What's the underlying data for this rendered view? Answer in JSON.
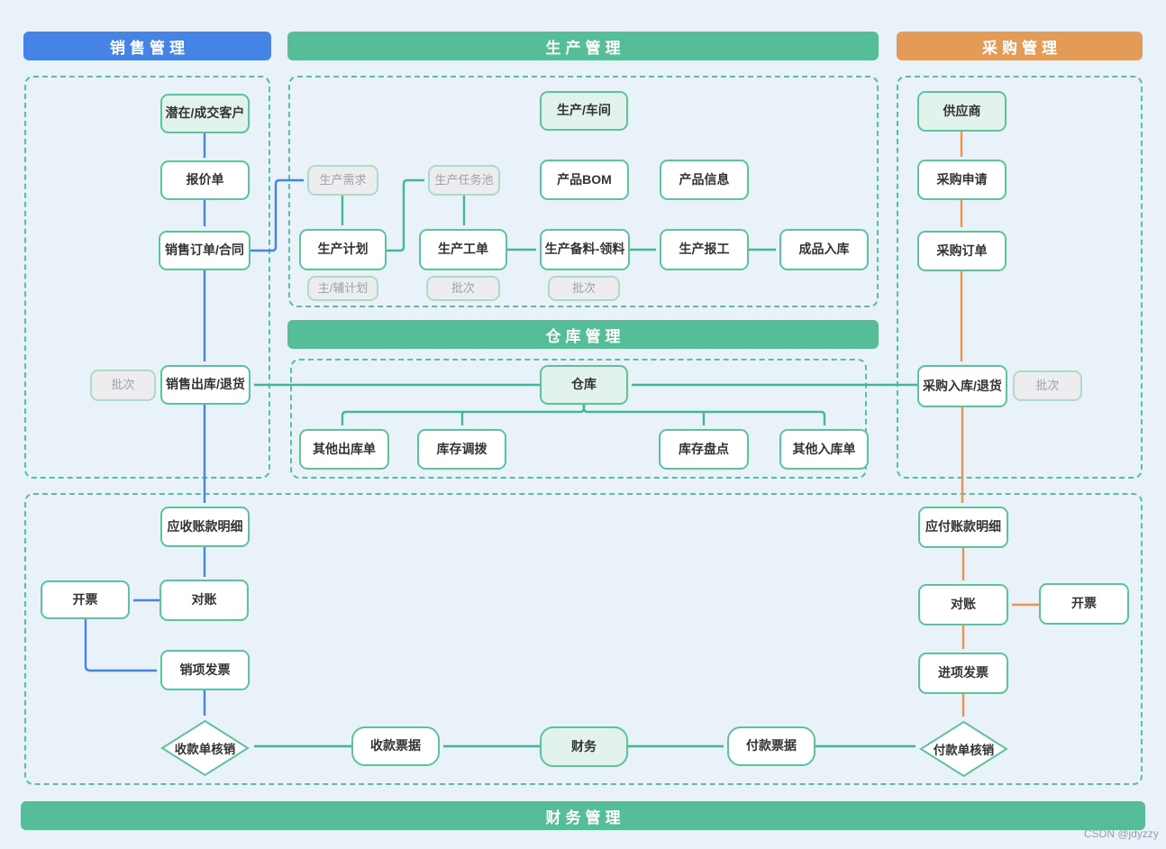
{
  "page": {
    "watermark": "CSDN @jdyzzy"
  },
  "colors": {
    "background": "#e9f1f9",
    "sales_accent": "#4583e4",
    "production_accent": "#55bd97",
    "purchase_accent": "#e29c58",
    "arrow_blue": "#4284ea",
    "arrow_green": "#42b890",
    "arrow_orange": "#e8964f",
    "node_border": "#5cc39d",
    "node_tint_fill": "#e2f3eb",
    "muted_fill": "#ededef",
    "muted_text": "#9ba1a8"
  },
  "sections": {
    "sales": {
      "title": "销售管理"
    },
    "production": {
      "title": "生产管理"
    },
    "purchase": {
      "title": "采购管理"
    },
    "warehouse": {
      "title": "仓库管理"
    },
    "finance": {
      "title": "财务管理"
    }
  },
  "nodes": {
    "customer": {
      "label": "潜在/成交客户"
    },
    "quotation": {
      "label": "报价单"
    },
    "sales_order": {
      "label": "销售订单/合同"
    },
    "batch_sales": {
      "label": "批次"
    },
    "sales_outbound": {
      "label": "销售出库/退货"
    },
    "production_demand": {
      "label": "生产需求"
    },
    "task_pool": {
      "label": "生产任务池"
    },
    "workshop": {
      "label": "生产/车间"
    },
    "product_bom": {
      "label": "产品BOM"
    },
    "product_info": {
      "label": "产品信息"
    },
    "production_plan": {
      "label": "生产计划"
    },
    "work_order": {
      "label": "生产工单"
    },
    "material_prep": {
      "label": "生产备料-领料"
    },
    "production_report": {
      "label": "生产报工"
    },
    "finished_inbound": {
      "label": "成品入库"
    },
    "main_aux_plan": {
      "label": "主/辅计划"
    },
    "batch_work_order": {
      "label": "批次"
    },
    "batch_material": {
      "label": "批次"
    },
    "warehouse": {
      "label": "仓库"
    },
    "other_outbound": {
      "label": "其他出库单"
    },
    "inventory_transfer": {
      "label": "库存调拨"
    },
    "inventory_check": {
      "label": "库存盘点"
    },
    "other_inbound": {
      "label": "其他入库单"
    },
    "supplier": {
      "label": "供应商"
    },
    "purchase_request": {
      "label": "采购申请"
    },
    "purchase_order": {
      "label": "采购订单"
    },
    "purchase_inbound": {
      "label": "采购入库/退货"
    },
    "batch_purchase": {
      "label": "批次"
    },
    "receivable": {
      "label": "应收账款明细"
    },
    "reconcile_left": {
      "label": "对账"
    },
    "invoice_left": {
      "label": "开票"
    },
    "sales_invoice": {
      "label": "销项发票"
    },
    "receipt_writeoff": {
      "label": "收款单核销"
    },
    "receipt_bill": {
      "label": "收款票据"
    },
    "finance_hub": {
      "label": "财务"
    },
    "payment_bill": {
      "label": "付款票据"
    },
    "payment_writeoff": {
      "label": "付款单核销"
    },
    "payable": {
      "label": "应付账款明细"
    },
    "reconcile_right": {
      "label": "对账"
    },
    "invoice_right": {
      "label": "开票"
    },
    "purchase_invoice": {
      "label": "进项发票"
    }
  }
}
